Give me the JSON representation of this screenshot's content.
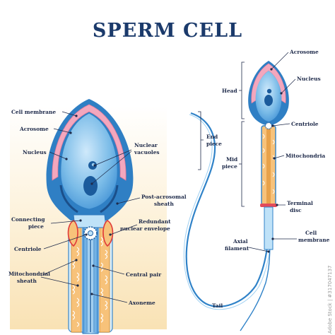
{
  "title": "SPERM CELL",
  "left_labels": {
    "cell_membrane": "Cell membrane",
    "acrosome": "Acrosome",
    "nucleus": "Nucleus",
    "nuclear_vacuoles_1": "Nuclear",
    "nuclear_vacuoles_2": "vacuoles",
    "post_acrosomal_1": "Post-acrosomal",
    "post_acrosomal_2": "sheath",
    "connecting_piece_1": "Connecting",
    "connecting_piece_2": "piece",
    "redundant_1": "Redundant",
    "redundant_2": "nuclear envelope",
    "centriole": "Centriole",
    "central_pair": "Central pair",
    "mito_sheath_1": "Mitochondrial",
    "mito_sheath_2": "sheath",
    "axoneme": "Axoneme"
  },
  "right_labels": {
    "acrosome": "Acrosome",
    "nucleus": "Nucleus",
    "head": "Head",
    "centriole": "Centriole",
    "end_piece_1": "End",
    "end_piece_2": "piece",
    "mid_piece_1": "Mid",
    "mid_piece_2": "piece",
    "mitochondria": "Mitochondria",
    "terminal_disc_1": "Terminal",
    "terminal_disc_2": "disc",
    "cell_membrane_1": "Cell",
    "cell_membrane_2": "membrane",
    "axial_filament_1": "Axial",
    "axial_filament_2": "filament",
    "tail": "Tail"
  },
  "watermark": "Adobe Stock | #317047137",
  "colors": {
    "title": "#1b3a6b",
    "cell_blue": "#3e8fd4",
    "cell_light": "#9fd0f2",
    "acrosome_pink": "#f3a7bd",
    "mito_orange": "#f2a23c",
    "bg_cream": "#fbe9c4"
  }
}
